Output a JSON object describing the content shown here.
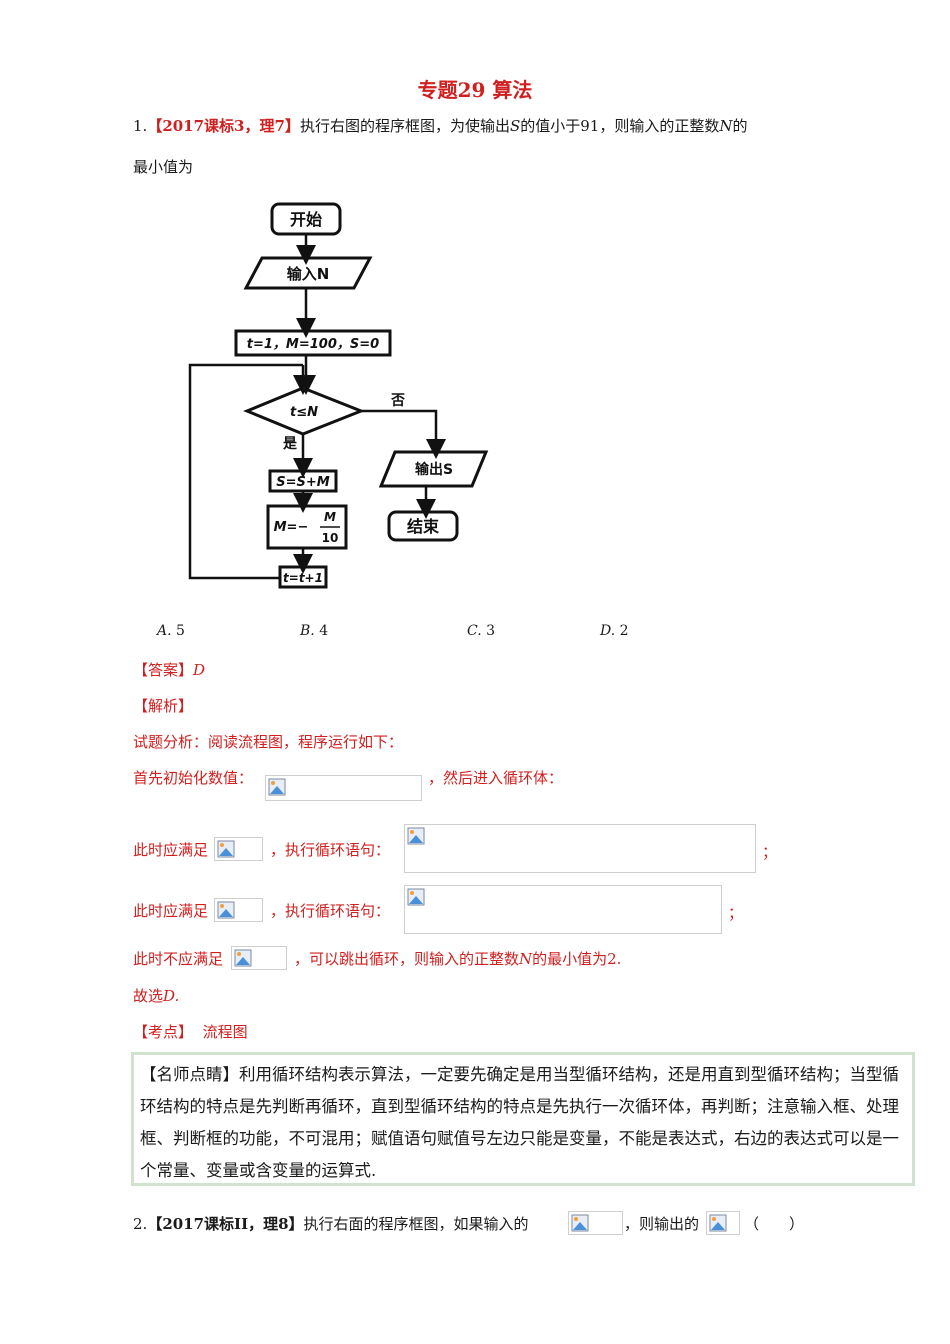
{
  "title": "专题29 算法",
  "q1": {
    "num": "1.",
    "source": "【2017课标3，理7】",
    "text_a": "执行右图的程序框图，为使输出",
    "var_s": "S",
    "text_b": "的值小于91，则输入的正整数",
    "var_n": "N",
    "text_c": "的",
    "line2": "最小值为",
    "flow": {
      "start": "开始",
      "input": "输入N",
      "init": "t=1，M=100，S=0",
      "cond": "t≤N",
      "no": "否",
      "yes": "是",
      "assign_s": "S=S+M",
      "assign_m_left": "M=−",
      "assign_m_num": "M",
      "assign_m_den": "10",
      "output": "输出S",
      "end": "结束",
      "incr": "t=t+1"
    },
    "options": [
      {
        "letter": "A.",
        "value": "5"
      },
      {
        "letter": "B.",
        "value": "4"
      },
      {
        "letter": "C.",
        "value": "3"
      },
      {
        "letter": "D.",
        "value": "2"
      }
    ],
    "answer_label": "【答案】",
    "answer": "D",
    "analysis_label": "【解析】",
    "analysis": {
      "l1": "试题分析：阅读流程图，程序运行如下：",
      "l2": "首先初始化数值：",
      "l2b": "，然后进入循环体：",
      "l3": "此时应满足",
      "l3b": "，执行循环语句：",
      "l3c": "；",
      "l4": "此时应满足",
      "l4b": "，执行循环语句：",
      "l4c": "；",
      "l5": "此时不应满足",
      "l5b": "，可以跳出循环，则输入的正整数",
      "l5n": "N",
      "l5c": "的最小值为2.",
      "l6a": "故选",
      "l6b": "D."
    },
    "point_label": "【考点】",
    "point": "流程图",
    "tip": {
      "label": "【名师点睛】",
      "l1": "利用循环结构表示算法，一定要先确定是用当型循环结构，还是用直到型循环结构；当型循",
      "l2": "环结构的特点是先判断再循环，直到型循环结构的特点是先执行一次循环体，再判断；注意输入框、处理",
      "l3": "框、判断框的功能，不可混用；赋值语句赋值号左边只能是变量，不能是表达式，右边的表达式可以是一",
      "l4": "个常量、变量或含变量的运算式."
    }
  },
  "q2": {
    "num": "2.",
    "source": "【2017课标II，理8】",
    "text_a": "执行右面的程序框图，如果输入的",
    "text_b": "，则输出的",
    "paren": "（　　）"
  }
}
